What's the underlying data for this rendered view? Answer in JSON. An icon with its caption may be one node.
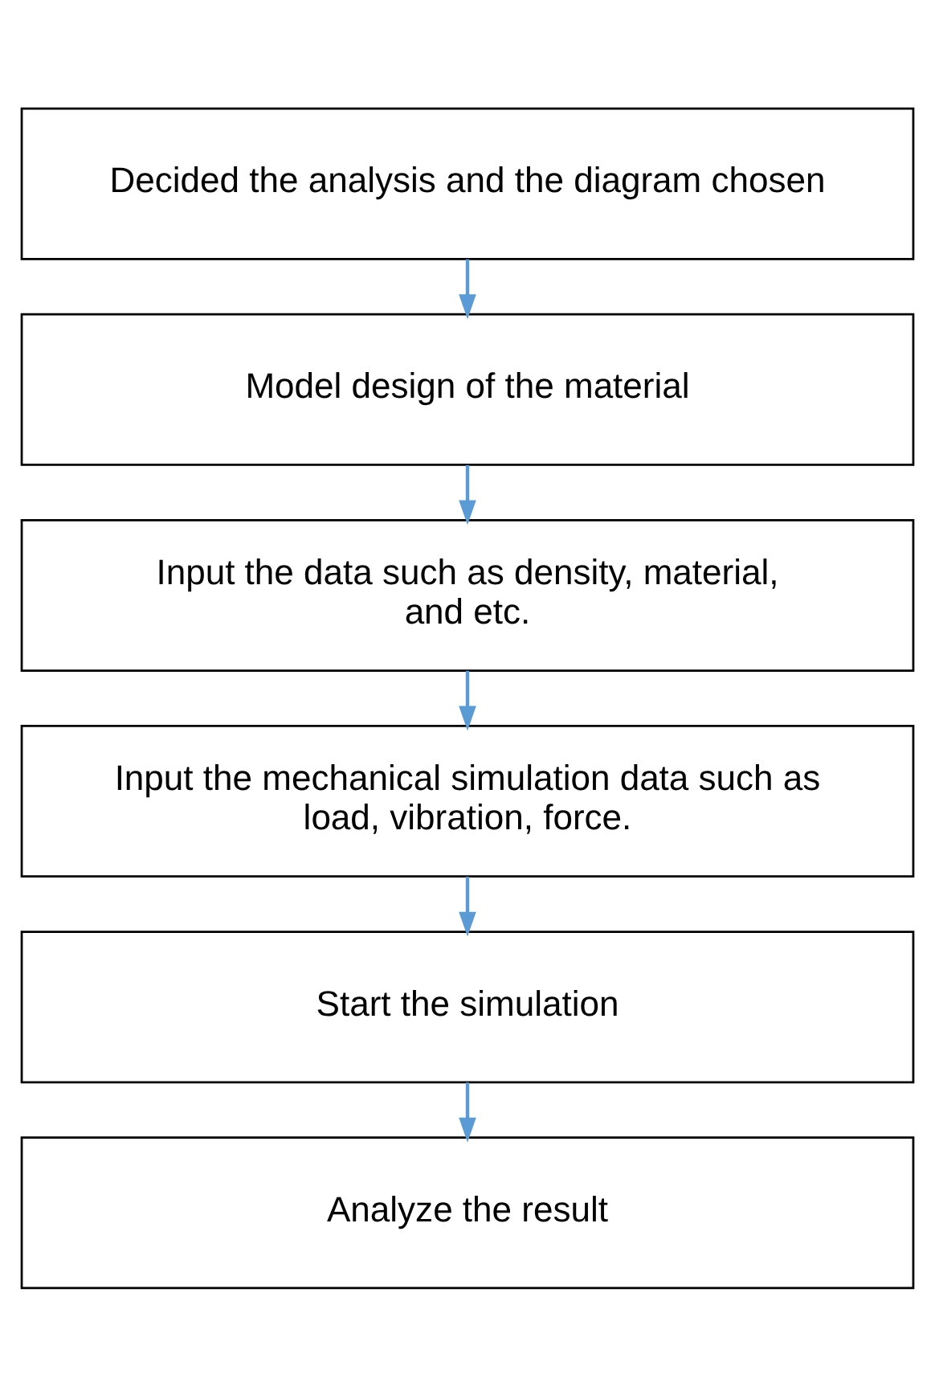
{
  "diagram": {
    "nodes": [
      {
        "text": [
          "Decided the analysis and the diagram chosen"
        ]
      },
      {
        "text": [
          "Model design of the material"
        ]
      },
      {
        "text": [
          "Input the data such as density, material, and etc."
        ]
      },
      {
        "text": [
          "Input the mechanical simulation data such as load, vibration, force."
        ]
      },
      {
        "text": [
          "Start the simulation"
        ]
      },
      {
        "text": [
          "Analyze the result"
        ]
      }
    ],
    "edges": [
      {
        "from": 0,
        "to": 1,
        "arrow": "to"
      },
      {
        "from": 1,
        "to": 2,
        "arrow": "to"
      },
      {
        "from": 2,
        "to": 3,
        "arrow": "to"
      },
      {
        "from": 3,
        "to": 4,
        "arrow": "to"
      },
      {
        "from": 4,
        "to": 5,
        "arrow": "to"
      }
    ]
  }
}
